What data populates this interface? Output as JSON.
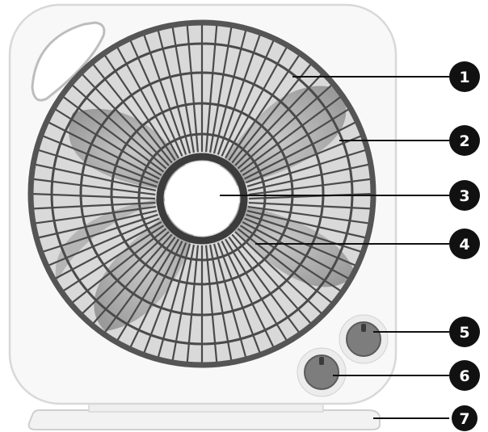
{
  "figure": {
    "subject": "box-fan",
    "callouts": [
      {
        "number": "1"
      },
      {
        "number": "2"
      },
      {
        "number": "3"
      },
      {
        "number": "4"
      },
      {
        "number": "5"
      },
      {
        "number": "6"
      },
      {
        "number": "7"
      }
    ]
  },
  "colors": {
    "housing": "#f7f7f7",
    "housing_edge": "#dcdcdc",
    "grille": "#4a4a4a",
    "blades": "#a8a8a8",
    "hub": "#ffffff",
    "knob": "#7a7a7a",
    "callout_badge": "#111111",
    "leader_line": "#111111"
  }
}
